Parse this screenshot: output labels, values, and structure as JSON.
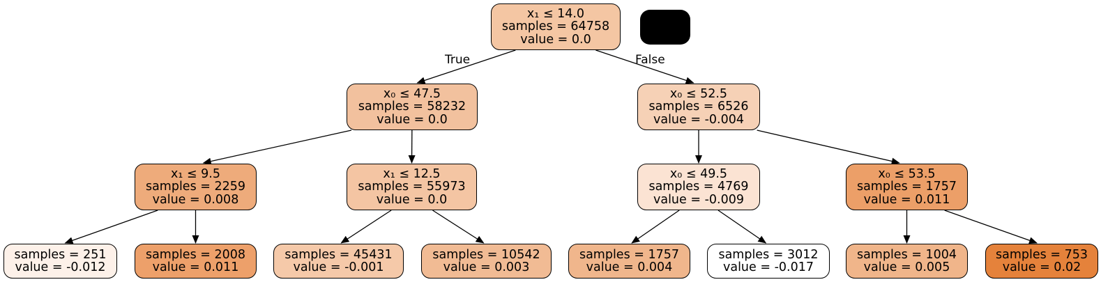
{
  "tree": {
    "branch_labels": {
      "true_label": "True",
      "false_label": "False"
    },
    "nodes": [
      {
        "id": "root",
        "lines": [
          "x₁ ≤ 14.0",
          "samples = 64758",
          "value = 0.0"
        ],
        "fill": "#f4c6a3"
      },
      {
        "id": "n1",
        "lines": [
          "x₀ ≤ 47.5",
          "samples = 58232",
          "value = 0.0"
        ],
        "fill": "#f2c19e"
      },
      {
        "id": "n2",
        "lines": [
          "x₀ ≤ 52.5",
          "samples = 6526",
          "value = -0.004"
        ],
        "fill": "#f6d1b6"
      },
      {
        "id": "n3",
        "lines": [
          "x₁ ≤ 9.5",
          "samples = 2259",
          "value = 0.008"
        ],
        "fill": "#eeab7b"
      },
      {
        "id": "n4",
        "lines": [
          "x₁ ≤ 12.5",
          "samples = 55973",
          "value = 0.0"
        ],
        "fill": "#f4c5a3"
      },
      {
        "id": "n5",
        "lines": [
          "x₀ ≤ 49.5",
          "samples = 4769",
          "value = -0.009"
        ],
        "fill": "#fbe3d3"
      },
      {
        "id": "n6",
        "lines": [
          "x₀ ≤ 53.5",
          "samples = 1757",
          "value = 0.011"
        ],
        "fill": "#ec9f68"
      },
      {
        "id": "l1",
        "lines": [
          "samples = 251",
          "value = -0.012"
        ],
        "fill": "#fdf1e9"
      },
      {
        "id": "l2",
        "lines": [
          "samples = 2008",
          "value = 0.011"
        ],
        "fill": "#eda06a"
      },
      {
        "id": "l3",
        "lines": [
          "samples = 45431",
          "value = -0.001"
        ],
        "fill": "#f5c9a9"
      },
      {
        "id": "l4",
        "lines": [
          "samples = 10542",
          "value = 0.003"
        ],
        "fill": "#f1bb94"
      },
      {
        "id": "l5",
        "lines": [
          "samples = 1757",
          "value = 0.004"
        ],
        "fill": "#f0b68c"
      },
      {
        "id": "l6",
        "lines": [
          "samples = 3012",
          "value = -0.017"
        ],
        "fill": "#ffffff"
      },
      {
        "id": "l7",
        "lines": [
          "samples = 1004",
          "value = 0.005"
        ],
        "fill": "#f0b58a"
      },
      {
        "id": "l8",
        "lines": [
          "samples = 753",
          "value = 0.02"
        ],
        "fill": "#e5823b"
      }
    ],
    "edges": [
      [
        "root",
        "n1"
      ],
      [
        "root",
        "n2"
      ],
      [
        "n1",
        "n3"
      ],
      [
        "n1",
        "n4"
      ],
      [
        "n2",
        "n5"
      ],
      [
        "n2",
        "n6"
      ],
      [
        "n3",
        "l1"
      ],
      [
        "n3",
        "l2"
      ],
      [
        "n4",
        "l3"
      ],
      [
        "n4",
        "l4"
      ],
      [
        "n5",
        "l5"
      ],
      [
        "n5",
        "l6"
      ],
      [
        "n6",
        "l7"
      ],
      [
        "n6",
        "l8"
      ]
    ]
  }
}
